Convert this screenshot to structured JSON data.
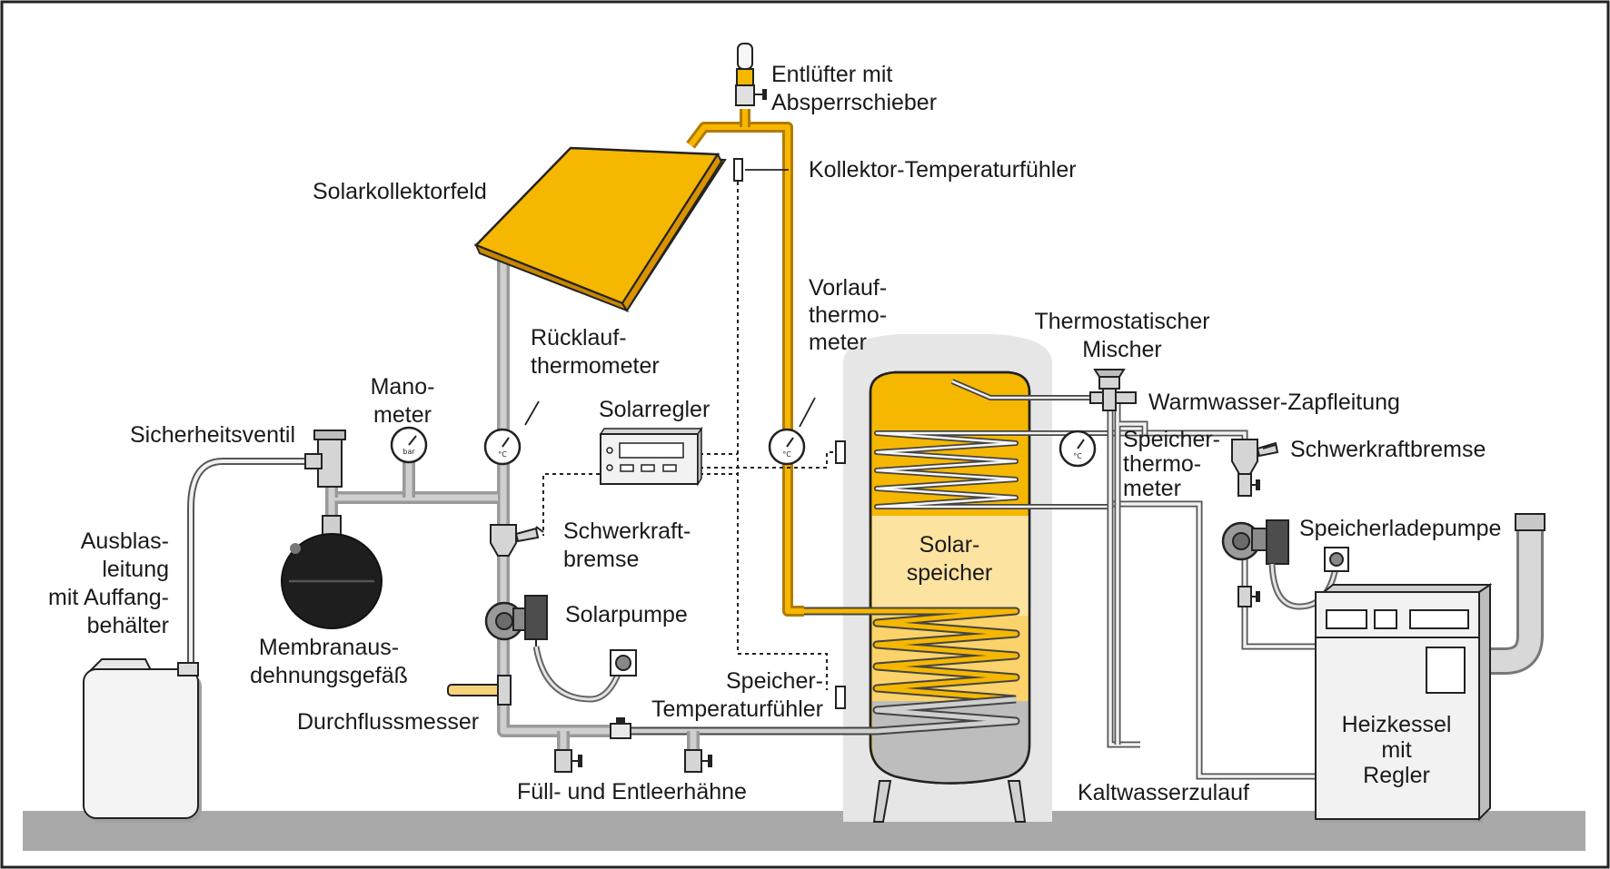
{
  "labels": {
    "entluefter": [
      "Entlüfter mit",
      "Absperrschieber"
    ],
    "kollektor_fuehler": "Kollektor-Temperaturfühler",
    "kollektorfeld": "Solarkollektorfeld",
    "vorlauf": [
      "Vorlauf-",
      "thermo-",
      "meter"
    ],
    "thermostatischer": [
      "Thermostatischer",
      "Mischer"
    ],
    "warmwasser": "Warmwasser-Zapfleitung",
    "schwerkraftbremse_r": "Schwerkraftbremse",
    "speicherthermometer": [
      "Speicher-",
      "thermo-",
      "meter"
    ],
    "speicherladepumpe": "Speicherladepumpe",
    "ruecklauf": [
      "Rücklauf-",
      "thermometer"
    ],
    "manometer": [
      "Mano-",
      "meter"
    ],
    "sicherheitsventil": "Sicherheitsventil",
    "solarregler": "Solarregler",
    "ausblas": [
      "Ausblas-",
      "leitung",
      "mit Auffang-",
      "behälter"
    ],
    "schwerkraftbremse_l": [
      "Schwerkraft-",
      "bremse"
    ],
    "solarspeicher": [
      "Solar-",
      "speicher"
    ],
    "solarpumpe": "Solarpumpe",
    "membran": [
      "Membranaus-",
      "dehnungsgefäß"
    ],
    "speicher_fuehler": [
      "Speicher-",
      "Temperaturfühler"
    ],
    "durchfluss": "Durchflussmesser",
    "fuell": "Füll- und Entleerhähne",
    "kaltwasser": "Kaltwasserzulauf",
    "heizkessel": [
      "Heizkessel",
      "mit",
      "Regler"
    ]
  },
  "gauge_units": {
    "bar": "bar",
    "celsius": "°C"
  },
  "colors": {
    "solar_yellow": "#f5b700",
    "warm_zone": "#fde3a0",
    "pipe_grey": "#9a9a9a",
    "floor": "#a9a9a9",
    "frame": "#222222"
  }
}
